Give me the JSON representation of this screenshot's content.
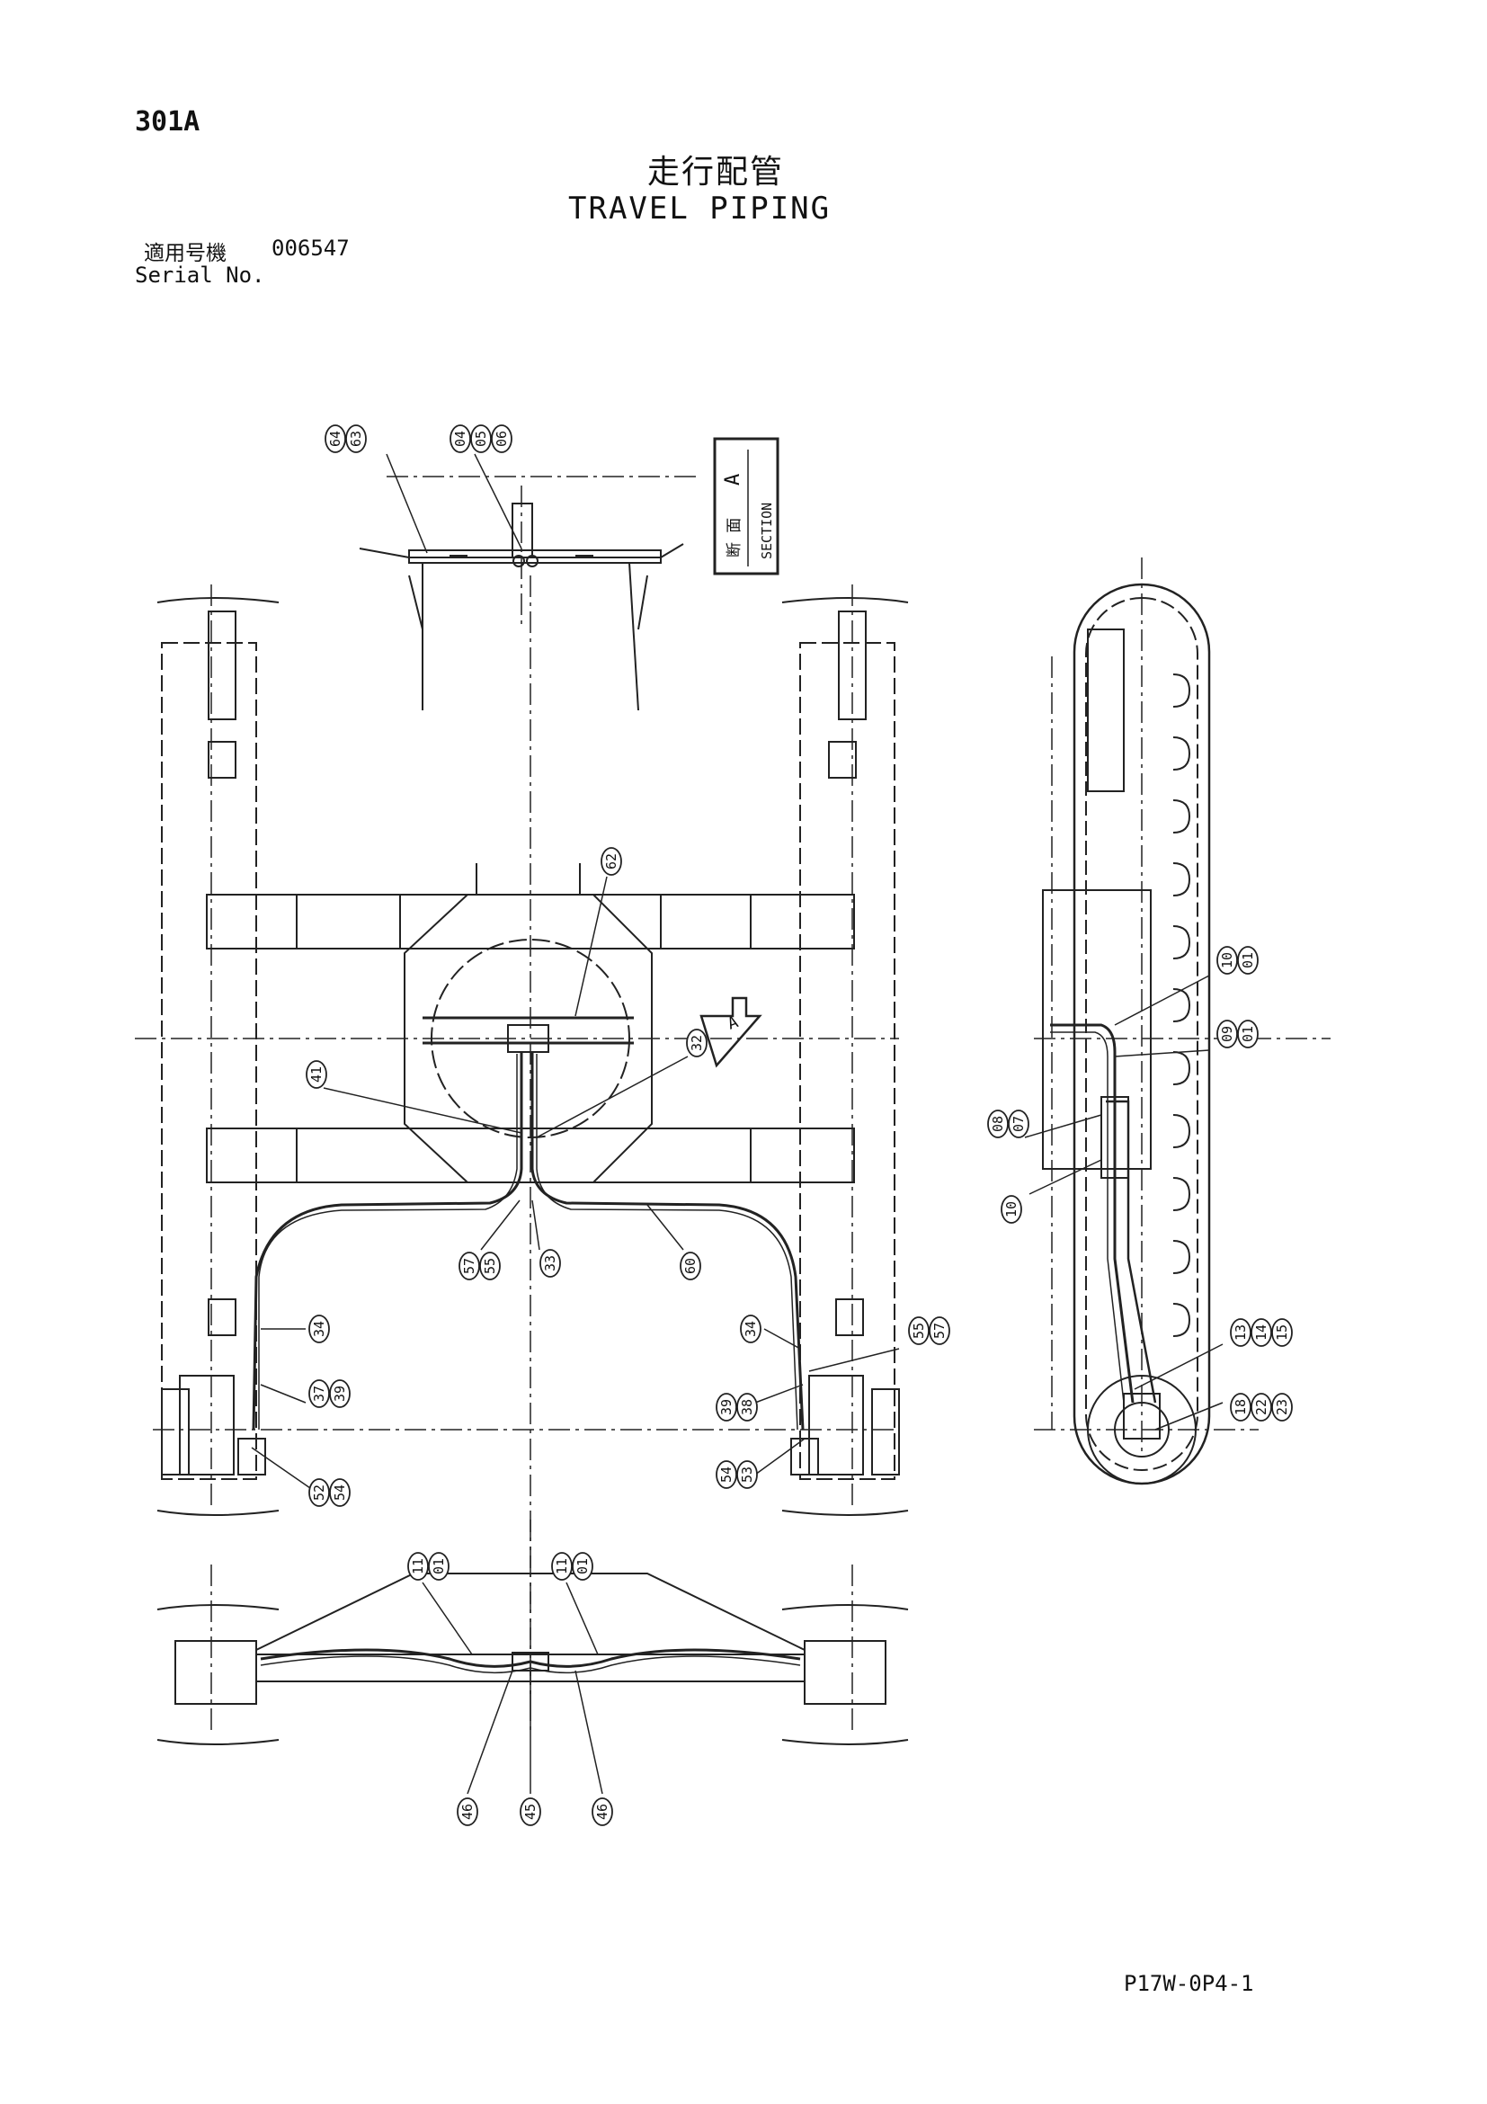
{
  "header": {
    "page_code": "301A",
    "title_ja": "走行配管",
    "title_en": "TRAVEL PIPING",
    "serial_label_ja": "適用号機",
    "serial_value": "006547",
    "serial_label_en": "Serial No."
  },
  "section_box": {
    "label_ja": "断 面",
    "label_en": "SECTION",
    "letter": "A"
  },
  "view_arrow_letter": "A",
  "callouts": {
    "sectionA": [
      {
        "id": "c64",
        "label": "64"
      },
      {
        "id": "c63",
        "label": "63"
      },
      {
        "id": "c04",
        "label": "04"
      },
      {
        "id": "c05",
        "label": "05"
      },
      {
        "id": "c06",
        "label": "06"
      }
    ],
    "top_view": [
      {
        "id": "c62",
        "label": "62"
      },
      {
        "id": "c41",
        "label": "41"
      },
      {
        "id": "c32",
        "label": "32"
      },
      {
        "id": "c57a",
        "label": "57"
      },
      {
        "id": "c55a",
        "label": "55"
      },
      {
        "id": "c33",
        "label": "33"
      },
      {
        "id": "c60",
        "label": "60"
      },
      {
        "id": "c34a",
        "label": "34"
      },
      {
        "id": "c37",
        "label": "37"
      },
      {
        "id": "c39a",
        "label": "39"
      },
      {
        "id": "c52",
        "label": "52"
      },
      {
        "id": "c54a",
        "label": "54"
      },
      {
        "id": "c34b",
        "label": "34"
      },
      {
        "id": "c55b",
        "label": "55"
      },
      {
        "id": "c57b",
        "label": "57"
      },
      {
        "id": "c39b",
        "label": "39"
      },
      {
        "id": "c38",
        "label": "38"
      },
      {
        "id": "c54b",
        "label": "54"
      },
      {
        "id": "c53",
        "label": "53"
      }
    ],
    "side_view": [
      {
        "id": "c10",
        "label": "10"
      },
      {
        "id": "c01a",
        "label": "01"
      },
      {
        "id": "c09",
        "label": "09"
      },
      {
        "id": "c01b",
        "label": "01"
      },
      {
        "id": "c08",
        "label": "08"
      },
      {
        "id": "c07",
        "label": "07"
      },
      {
        "id": "c10b",
        "label": "10"
      },
      {
        "id": "c13",
        "label": "13"
      },
      {
        "id": "c14",
        "label": "14"
      },
      {
        "id": "c15",
        "label": "15"
      },
      {
        "id": "c18",
        "label": "18"
      },
      {
        "id": "c22",
        "label": "22"
      },
      {
        "id": "c23",
        "label": "23"
      }
    ],
    "front_view": [
      {
        "id": "c11a",
        "label": "11"
      },
      {
        "id": "c01c",
        "label": "01"
      },
      {
        "id": "c11b",
        "label": "11"
      },
      {
        "id": "c01d",
        "label": "01"
      },
      {
        "id": "c46a",
        "label": "46"
      },
      {
        "id": "c45",
        "label": "45"
      },
      {
        "id": "c46b",
        "label": "46"
      }
    ]
  },
  "footer": {
    "drawing_no": "P17W-0P4-1"
  }
}
